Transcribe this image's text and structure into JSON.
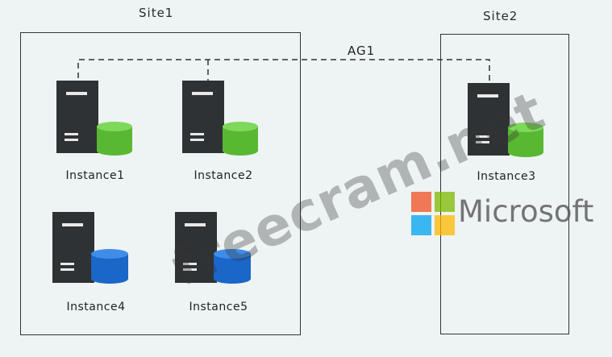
{
  "sites": [
    {
      "title": "Site1"
    },
    {
      "title": "Site2"
    }
  ],
  "ag_label": "AG1",
  "instances": [
    {
      "label": "Instance1",
      "db_color": "#5fc13b",
      "in_ag": true
    },
    {
      "label": "Instance2",
      "db_color": "#5fc13b",
      "in_ag": true
    },
    {
      "label": "Instance3",
      "db_color": "#5fc13b",
      "in_ag": true
    },
    {
      "label": "Instance4",
      "db_color": "#1f6ed4",
      "in_ag": false
    },
    {
      "label": "Instance5",
      "db_color": "#1f6ed4",
      "in_ag": false
    }
  ],
  "watermark": {
    "text": "freecram.net"
  },
  "logo": {
    "text": "Microsoft",
    "colors": [
      "#f25022",
      "#7fba00",
      "#00a4ef",
      "#ffb900"
    ]
  }
}
